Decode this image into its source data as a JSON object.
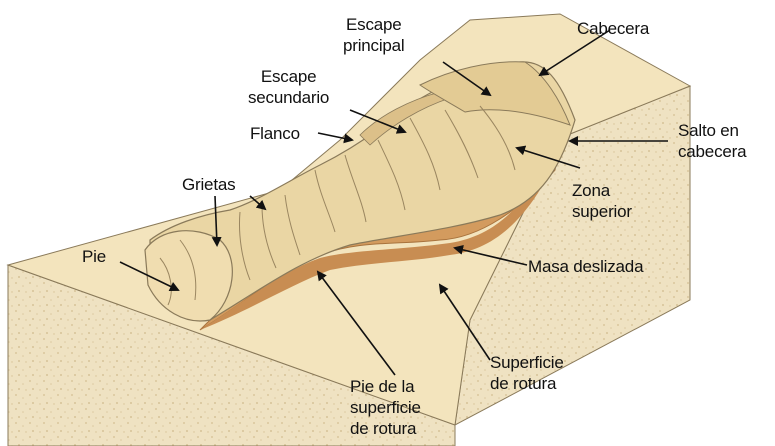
{
  "diagram": {
    "labels": {
      "escape_principal": [
        "Escape",
        "principal"
      ],
      "cabecera": "Cabecera",
      "escape_secundario": [
        "Escape",
        "secundario"
      ],
      "salto_en_cabecera": [
        "Salto en",
        "cabecera"
      ],
      "flanco": "Flanco",
      "grietas": "Grietas",
      "zona_superior": [
        "Zona",
        "superior"
      ],
      "pie": "Pie",
      "masa_deslizada": "Masa deslizada",
      "superficie_de_rotura": [
        "Superficie",
        "de rotura"
      ],
      "pie_superficie_rotura": [
        "Pie de la",
        "superficie",
        "de rotura"
      ]
    }
  }
}
